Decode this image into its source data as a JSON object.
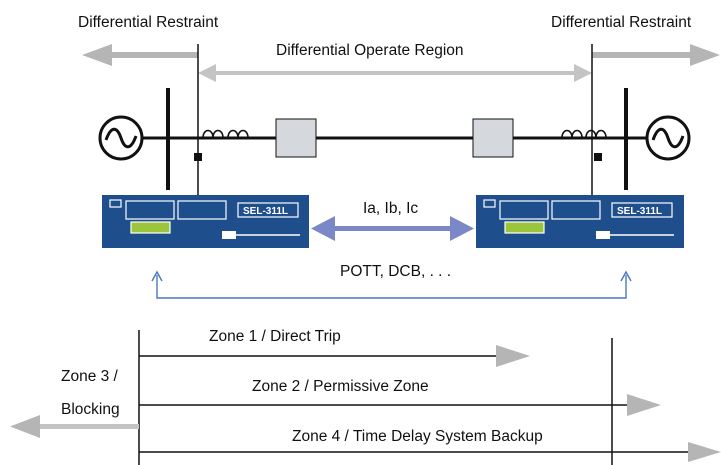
{
  "labels": {
    "differential_restraint_left": "Differential Restraint",
    "differential_restraint_right": "Differential Restraint",
    "differential_operate_region": "Differential Operate Region",
    "channel_currents": "Ia, Ib, Ic",
    "channel_schemes": "POTT, DCB, . . .",
    "zone1": "Zone 1 / Direct Trip",
    "zone2": "Zone 2 / Permissive Zone",
    "zone3_line1": "Zone 3 /",
    "zone3_line2": "Blocking",
    "zone4": "Zone 4 / Time Delay System Backup"
  },
  "relays": {
    "left": {
      "brand": "SEL-311L"
    },
    "right": {
      "brand": "SEL-311L"
    }
  },
  "colors": {
    "relay_body": "#1e4e8c",
    "relay_green": "#9bc53d",
    "comm_arrow": "#7b88c8",
    "zone_arrow": "#b5b5b5",
    "bus_line": "#111111",
    "feedback_line": "#4a78b8"
  }
}
